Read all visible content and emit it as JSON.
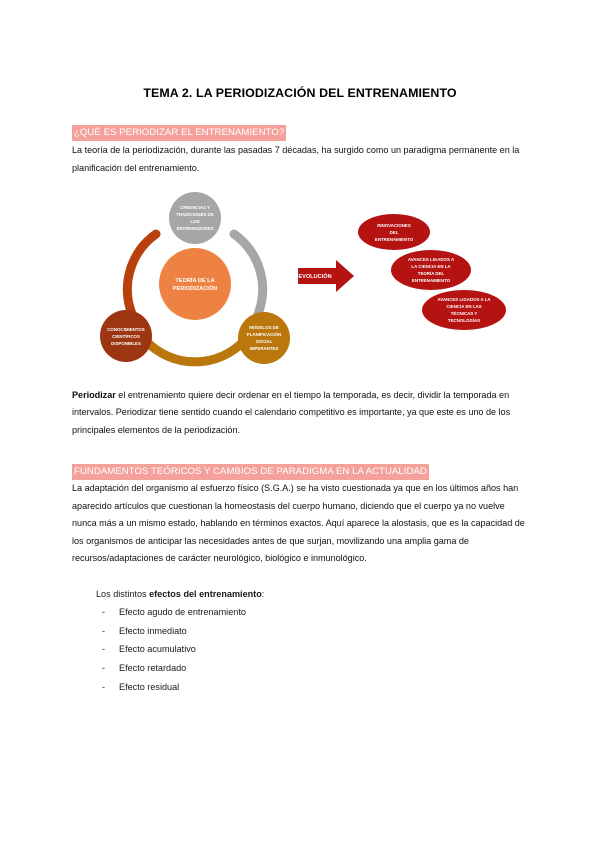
{
  "document": {
    "title": "TEMA 2. LA PERIODIZACIÓN DEL ENTRENAMIENTO"
  },
  "sections": [
    {
      "heading": "¿QUÉ ES PERIODIZAR EL ENTRENAMIENTO?",
      "paragraph": "La teoría de la periodización, durante las pasadas 7 décadas, ha surgido como un paradigma permanente en la planificación del entrenamiento."
    },
    {
      "heading": "FUNDAMENTOS TEÓRICOS Y CAMBIOS DE PARADIGMA EN LA ACTUALIDAD",
      "paragraph": "La adaptación del organismo al esfuerzo físico (S.G.A.) se ha visto cuestionada ya que en los últimos años han aparecido artículos que cuestionan la homeostasis del cuerpo humano, diciendo que el cuerpo ya no vuelve nunca más a un mismo estado, hablando en términos exactos. Aquí aparece la alostasis, que es la capacidad de los organismos de anticipar las necesidades antes de que surjan, movilizando una amplia gama de recursos/adaptaciones de carácter neurológico, biológico e inmunológico."
    }
  ],
  "body": {
    "periodizar_lead": "Periodizar",
    "periodizar_rest": " el entrenamiento quiere decir ordenar en el tiempo la temporada, es decir, dividir la temporada en intervalos. Periodizar tiene sentido cuando el calendario competitivo es importante, ya que este es uno de los principales elementos de la periodización."
  },
  "effects_list": {
    "intro_prefix": "Los distintos ",
    "intro_bold": "efectos del entrenamiento",
    "intro_suffix": ":",
    "marker": "-",
    "items": [
      "Efecto agudo de entrenamiento",
      "Efecto inmediato",
      "Efecto acumulativo",
      "Efecto retardado",
      "Efecto residual"
    ]
  },
  "diagram": {
    "center_circle": {
      "lines": [
        "TEORÍA DE LA",
        "PERIODIZACIÓN"
      ],
      "color": "#ed8243"
    },
    "satellites": [
      {
        "name": "creencias-tradiciones",
        "lines": [
          "CREENCIAS Y",
          "TRADICIONES DE",
          "LOS",
          "ENTRENADORES"
        ],
        "color": "#a6a6a6"
      },
      {
        "name": "conocimientos-cientificos",
        "lines": [
          "CONOCIMIENTOS",
          "CIENTÍFICOS",
          "DISPONIBLES"
        ],
        "color": "#9c3511"
      },
      {
        "name": "modelos-planificacion",
        "lines": [
          "MODELOS DE",
          "PLANIFICACIÓN",
          "SOCIAL",
          "IMPERANTES"
        ],
        "color": "#b9770e"
      }
    ],
    "ring_colors": {
      "left_arc": "#b8400d",
      "right_arc": "#a6a6a6",
      "bottom_arc": "#b9770e"
    },
    "arrow": {
      "label": "EVOLUCIÓN",
      "color": "#b51212"
    },
    "outcomes": [
      {
        "name": "innovaciones",
        "lines": [
          "INNOVACIONES",
          "DEL",
          "ENTRENAMIENTO"
        ],
        "color": "#b51212"
      },
      {
        "name": "avances-teoria",
        "lines": [
          "AVANCES LIGADOS A",
          "LA CIENCIA EN LA",
          "TEORÍA DEL",
          "ENTRENAMIENTO"
        ],
        "color": "#b51212"
      },
      {
        "name": "avances-tecnicas",
        "lines": [
          "AVANCES LIGADOS A LA",
          "CIENCIA EN LAS",
          "TÉCNICAS Y",
          "TECNOLOGÍAS"
        ],
        "color": "#b51212"
      }
    ]
  }
}
